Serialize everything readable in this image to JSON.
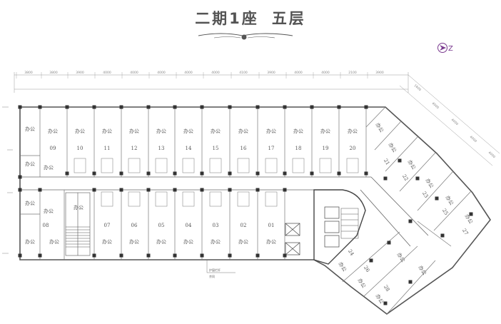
{
  "title": {
    "building": "二期1座",
    "floor": "五层"
  },
  "compass": {
    "letter": "Z",
    "color": "#7a3a8f"
  },
  "office_label": "办公",
  "units_top": [
    "09",
    "10",
    "11",
    "12",
    "13",
    "14",
    "15",
    "16",
    "17",
    "18",
    "19",
    "20"
  ],
  "units_bottom": [
    "08",
    "07",
    "06",
    "05",
    "04",
    "03",
    "02",
    "01"
  ],
  "units_wing": [
    "21",
    "22",
    "23",
    "24",
    "25",
    "26",
    "27",
    "28"
  ],
  "dimensions_top": [
    "3800",
    "3800",
    "3900",
    "4000",
    "4000",
    "4000",
    "4000",
    "4000",
    "4100",
    "3900",
    "4000",
    "4000",
    "2100",
    "3900"
  ],
  "dimensions_diag": [
    "1600",
    "4000",
    "4000",
    "4000",
    "4000"
  ],
  "annotation": {
    "line1": "护窗栏杆",
    "line2": "余同"
  }
}
